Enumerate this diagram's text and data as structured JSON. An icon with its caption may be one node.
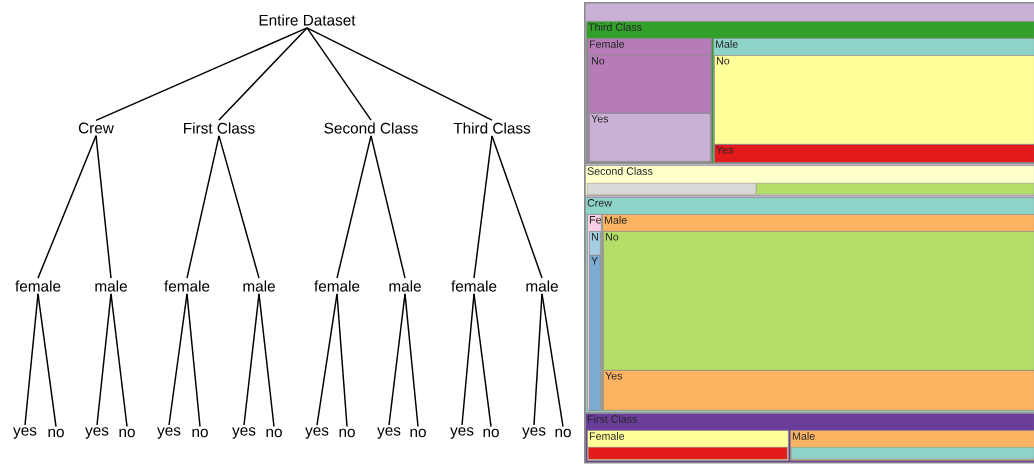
{
  "diagram": {
    "nodes": [
      {
        "text": [
          "Entire Dataset"
        ]
      },
      {
        "text": [
          "Crew"
        ]
      },
      {
        "text": [
          "First Class"
        ]
      },
      {
        "text": [
          "Second Class"
        ]
      },
      {
        "text": [
          "Third Class"
        ]
      },
      {
        "text": [
          "female"
        ]
      },
      {
        "text": [
          "male"
        ]
      },
      {
        "text": [
          "female"
        ]
      },
      {
        "text": [
          "male"
        ]
      },
      {
        "text": [
          "female"
        ]
      },
      {
        "text": [
          "male"
        ]
      },
      {
        "text": [
          "female"
        ]
      },
      {
        "text": [
          "male"
        ]
      },
      {
        "text": [
          "yes"
        ]
      },
      {
        "text": [
          "no"
        ]
      },
      {
        "text": [
          "yes"
        ]
      },
      {
        "text": [
          "no"
        ]
      },
      {
        "text": [
          "yes"
        ]
      },
      {
        "text": [
          "no"
        ]
      },
      {
        "text": [
          "yes"
        ]
      },
      {
        "text": [
          "no"
        ]
      },
      {
        "text": [
          "yes"
        ]
      },
      {
        "text": [
          "no"
        ]
      },
      {
        "text": [
          "yes"
        ]
      },
      {
        "text": [
          "no"
        ]
      },
      {
        "text": [
          "yes"
        ]
      },
      {
        "text": [
          "no"
        ]
      },
      {
        "text": [
          "yes"
        ]
      },
      {
        "text": [
          "no"
        ]
      },
      {
        "text": [],
        "shape": "box"
      },
      {
        "text": [
          "Third Class"
        ],
        "in": 29
      },
      {
        "text": [
          "Female"
        ],
        "in": 30
      },
      {
        "text": [
          "No"
        ],
        "in": 31
      },
      {
        "text": [
          "Yes"
        ],
        "in": 31
      },
      {
        "text": [
          "Male"
        ],
        "in": 30
      },
      {
        "text": [
          "No"
        ],
        "in": 34
      },
      {
        "text": [
          "Yes"
        ],
        "in": 34
      },
      {
        "text": [
          "Second Class"
        ],
        "in": 29
      },
      {
        "text": [],
        "shape": "bar",
        "in": 37
      },
      {
        "text": [],
        "shape": "bar",
        "in": 37
      },
      {
        "text": [
          "Crew"
        ],
        "in": 29
      },
      {
        "text": [
          "Fe"
        ],
        "in": 40
      },
      {
        "text": [
          "N"
        ],
        "in": 41
      },
      {
        "text": [
          "Y"
        ],
        "in": 41
      },
      {
        "text": [
          "Male"
        ],
        "in": 40
      },
      {
        "text": [
          "No"
        ],
        "in": 44
      },
      {
        "text": [
          "Yes"
        ],
        "in": 44
      },
      {
        "text": [
          "First Class"
        ],
        "in": 29
      },
      {
        "text": [
          "Female"
        ],
        "in": 47
      },
      {
        "text": [],
        "shape": "bar",
        "in": 48
      },
      {
        "text": [
          "Male"
        ],
        "in": 47
      },
      {
        "text": [],
        "shape": "bar",
        "in": 50
      }
    ],
    "edges": [
      {
        "from": 0,
        "to": 1,
        "arrow": "none"
      },
      {
        "from": 0,
        "to": 2,
        "arrow": "none"
      },
      {
        "from": 0,
        "to": 3,
        "arrow": "none"
      },
      {
        "from": 0,
        "to": 4,
        "arrow": "none"
      },
      {
        "from": 1,
        "to": 5,
        "arrow": "none"
      },
      {
        "from": 1,
        "to": 6,
        "arrow": "none"
      },
      {
        "from": 2,
        "to": 7,
        "arrow": "none"
      },
      {
        "from": 2,
        "to": 8,
        "arrow": "none"
      },
      {
        "from": 3,
        "to": 9,
        "arrow": "none"
      },
      {
        "from": 3,
        "to": 10,
        "arrow": "none"
      },
      {
        "from": 4,
        "to": 11,
        "arrow": "none"
      },
      {
        "from": 4,
        "to": 12,
        "arrow": "none"
      },
      {
        "from": 5,
        "to": 13,
        "arrow": "none"
      },
      {
        "from": 5,
        "to": 14,
        "arrow": "none"
      },
      {
        "from": 6,
        "to": 15,
        "arrow": "none"
      },
      {
        "from": 6,
        "to": 16,
        "arrow": "none"
      },
      {
        "from": 7,
        "to": 17,
        "arrow": "none"
      },
      {
        "from": 7,
        "to": 18,
        "arrow": "none"
      },
      {
        "from": 8,
        "to": 19,
        "arrow": "none"
      },
      {
        "from": 8,
        "to": 20,
        "arrow": "none"
      },
      {
        "from": 9,
        "to": 21,
        "arrow": "none"
      },
      {
        "from": 9,
        "to": 22,
        "arrow": "none"
      },
      {
        "from": 10,
        "to": 23,
        "arrow": "none"
      },
      {
        "from": 10,
        "to": 24,
        "arrow": "none"
      },
      {
        "from": 11,
        "to": 25,
        "arrow": "none"
      },
      {
        "from": 11,
        "to": 26,
        "arrow": "none"
      },
      {
        "from": 12,
        "to": 27,
        "arrow": "none"
      },
      {
        "from": 12,
        "to": 28,
        "arrow": "none"
      }
    ]
  }
}
